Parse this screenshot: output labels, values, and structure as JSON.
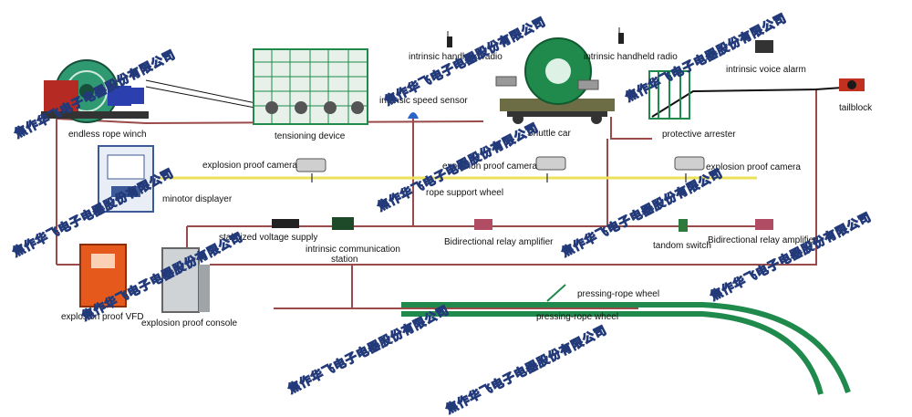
{
  "labels": {
    "endless_rope_winch": "endless rope winch",
    "tensioning_device": "tensioning device",
    "intrinsic_speed_sensor": "intrinsic speed sensor",
    "radio_left": "intrinsic handheld radio",
    "radio_right": "intrinsic handheld radio",
    "shuttle_car": "Shuttle car",
    "protective_arrester": "protective arrester",
    "intrinsic_voice_alarm": "intrinsic voice alarm",
    "tailblock": "tailblock",
    "camera_1": "explosion proof camera",
    "camera_2": "explosion proof camera",
    "camera_3": "explosion proof camera",
    "minotor_displayer": "minotor displayer",
    "rope_support_wheel": "rope support wheel",
    "stabilized_voltage_supply": "stabilized voltage supply",
    "intrinsic_communication_station_1": "intrinsic communication",
    "intrinsic_communication_station_2": "station",
    "relay_amplifier_1": "Bidirectional relay amplifier",
    "tandom_switch": "tandom switch",
    "relay_amplifier_2": "Bidirectional relay amplifier",
    "explosion_proof_vfd": "explosion proof VFD",
    "explosion_proof_console": "explosion proof console",
    "pressing_rope_wheel_1": "pressing-rope wheel",
    "pressing_rope_wheel_2": "pressing-rope wheel"
  },
  "watermark": "焦作华飞电子电器股份有限公司",
  "colors": {
    "cable": "#9b4a4a",
    "signal": "#ece15a",
    "rope": "#111111",
    "equipment_green": "#1f8a4c",
    "vfd_orange": "#e55a1c",
    "watermark_stroke": "#233a7a"
  }
}
